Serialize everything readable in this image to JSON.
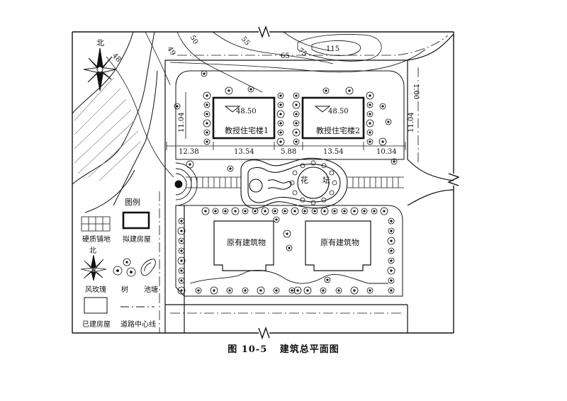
{
  "figure": {
    "number": "图 10-5",
    "title": "建筑总平面图"
  },
  "north_label": "北",
  "contours": [
    "48",
    "49",
    "50",
    "55",
    "65",
    "75",
    "115"
  ],
  "elevation_top_right": "1.00",
  "buildings_new": [
    {
      "name": "教授住宅楼1",
      "elevation": "48.50"
    },
    {
      "name": "教授住宅楼2",
      "elevation": "48.50"
    }
  ],
  "buildings_existing": [
    "原有建筑物",
    "原有建筑物"
  ],
  "flower_bed": [
    "花",
    "坛"
  ],
  "dimensions": {
    "horizontal": [
      "12.38",
      "13.54",
      "5.88",
      "13.54",
      "10.34"
    ],
    "left_depth": "11.04",
    "right_depth": "11.04"
  },
  "legend": {
    "title": "图例",
    "items": [
      "硬质铺地",
      "拟建房屋",
      "风玫瑰",
      "树",
      "池塘",
      "已建房屋",
      "道路中心线"
    ],
    "rose_north": "北"
  }
}
